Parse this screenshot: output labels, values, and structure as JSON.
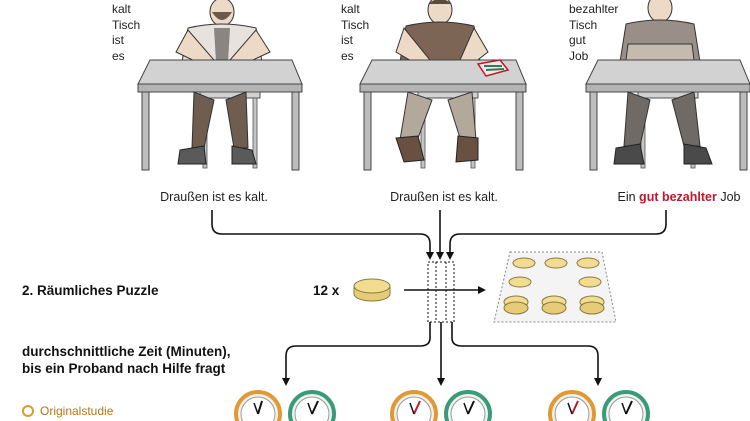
{
  "panels": [
    {
      "words": [
        "kalt",
        "Tisch",
        "ist",
        "es"
      ],
      "caption_pre": "Draußen ist es kalt.",
      "caption_hl": "",
      "caption_post": ""
    },
    {
      "words": [
        "kalt",
        "Tisch",
        "ist",
        "es"
      ],
      "caption_pre": "Draußen ist es kalt.",
      "caption_hl": "",
      "caption_post": ""
    },
    {
      "words": [
        "bezahlter",
        "Tisch",
        "gut",
        "Job"
      ],
      "caption_pre": "Ein ",
      "caption_hl": "gut bezahlter",
      "caption_post": " Job"
    }
  ],
  "puzzle": {
    "title": "2. Räumliches Puzzle",
    "count": "12 x"
  },
  "timing": {
    "line1": "durchschnittliche Zeit (Minuten),",
    "line2": "bis ein Proband nach Hilfe fragt"
  },
  "legend": {
    "label": "Originalstudie"
  },
  "colors": {
    "highlight": "#c0182b",
    "original_ring": "#e09a35",
    "replication_ring": "#3b9a78",
    "coin": "#f2dc91"
  }
}
